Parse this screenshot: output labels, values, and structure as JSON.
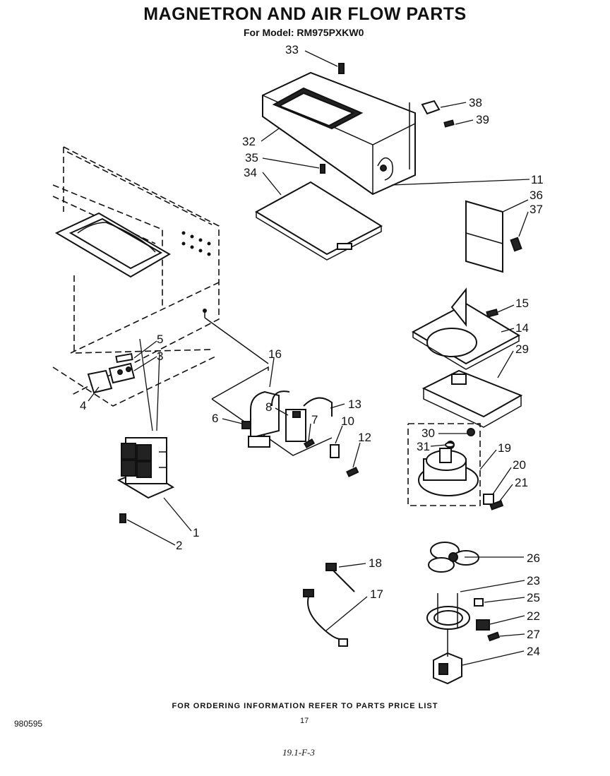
{
  "header": {
    "title": "MAGNETRON AND AIR FLOW PARTS",
    "subtitle": "For Model: RM975PXKW0"
  },
  "footer": {
    "ordering_note": "FOR ORDERING INFORMATION REFER TO PARTS PRICE LIST",
    "document_number": "980595",
    "page_number": "17",
    "handwritten_code": "19.1-F-3"
  },
  "callouts": [
    "33",
    "38",
    "39",
    "32",
    "35",
    "34",
    "11",
    "36",
    "37",
    "15",
    "14",
    "29",
    "16",
    "5",
    "3",
    "4",
    "6",
    "8",
    "13",
    "7",
    "10",
    "12",
    "30",
    "31",
    "19",
    "20",
    "21",
    "1",
    "2",
    "26",
    "18",
    "17",
    "23",
    "25",
    "22",
    "27",
    "24"
  ]
}
